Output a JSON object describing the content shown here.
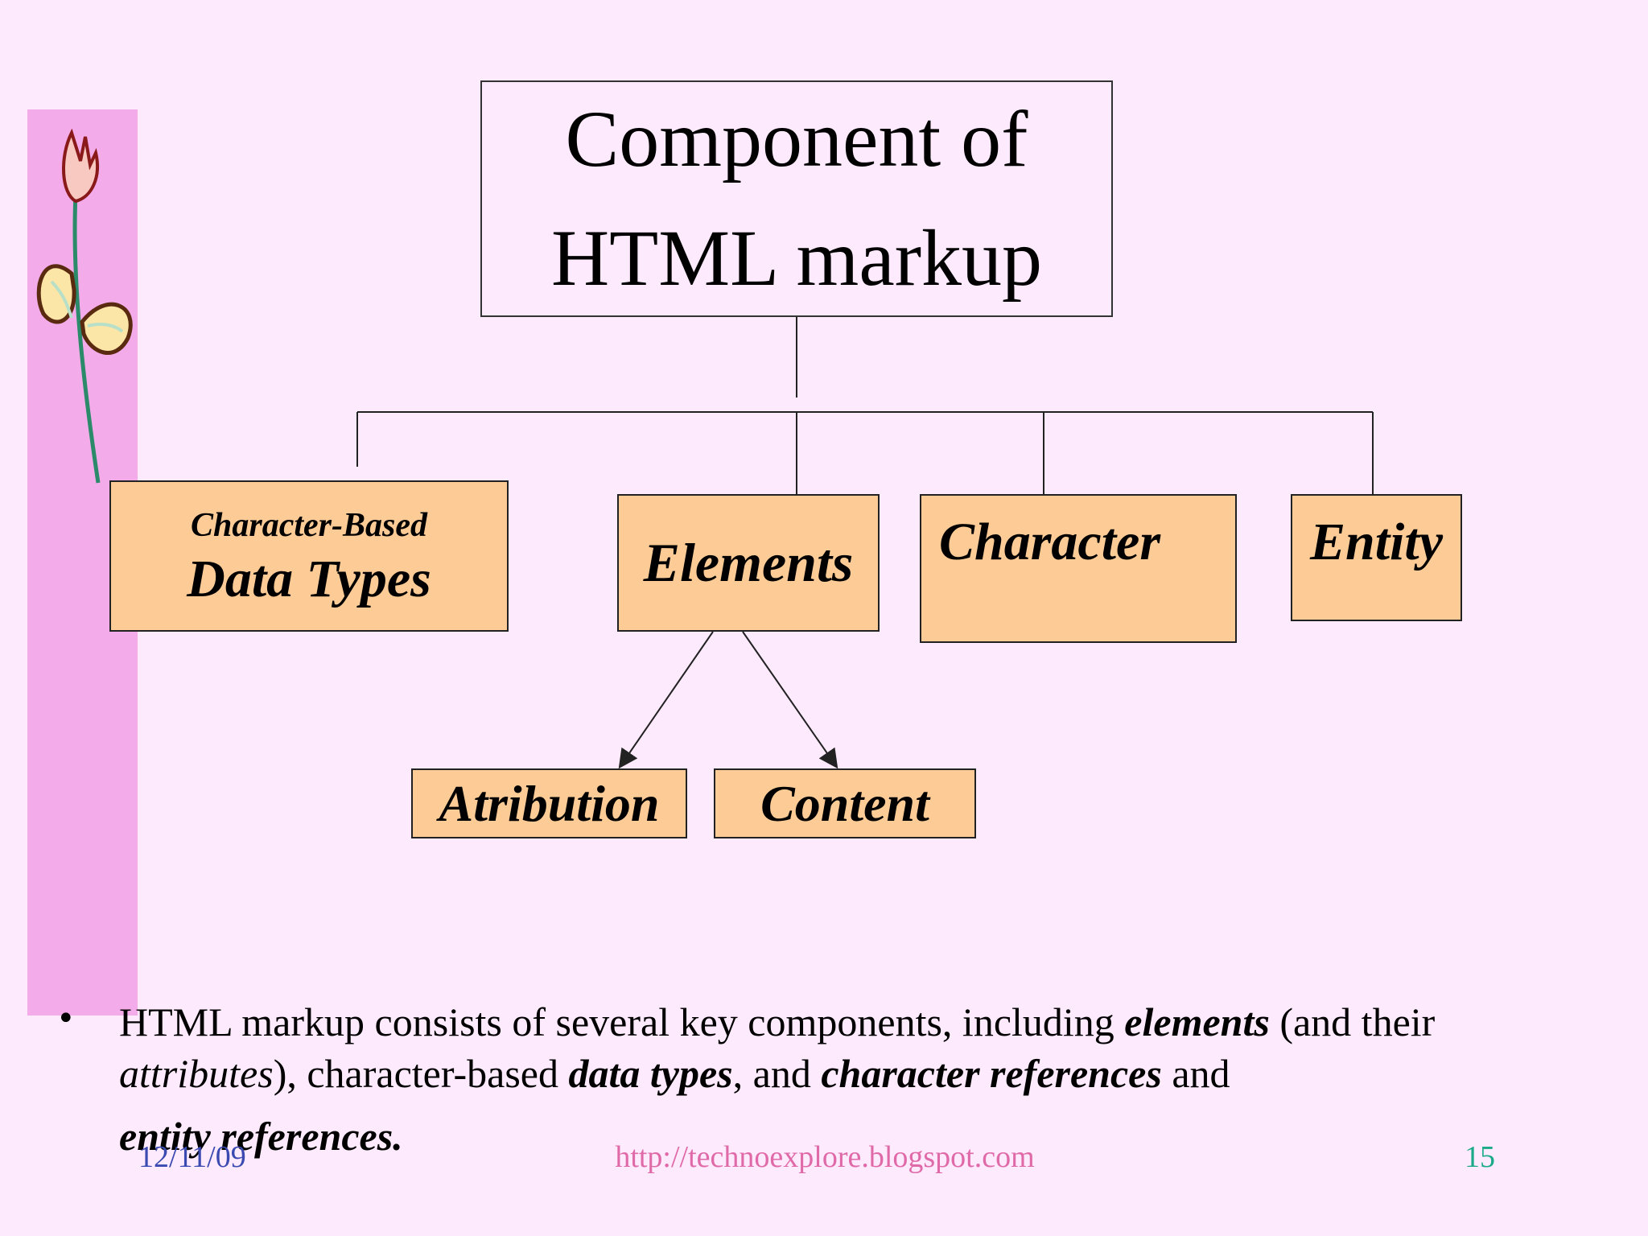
{
  "diagram": {
    "title_line1": "Component of",
    "title_line2": "HTML markup",
    "nodes": {
      "datatypes_small": "Character-Based",
      "datatypes_big": "Data Types",
      "elements": "Elements",
      "character": "Character",
      "entity": "Entity",
      "atribution": "Atribution",
      "content": "Content"
    }
  },
  "bullet": {
    "t1": "HTML markup consists of several key components, including ",
    "elements": "elements",
    "t2": " (and their ",
    "attributes": "attributes",
    "t3": "), character-based ",
    "data_types": "data types",
    "t4": ", and ",
    "char_refs": "character references",
    "t5": " and",
    "entity_refs": "entity references",
    "t6": "."
  },
  "footer": {
    "date": "12/11/09",
    "url": "http://technoexplore.blogspot.com",
    "page": "15"
  },
  "colors": {
    "background": "#fdeafd",
    "side_bar": "#f3ace9",
    "box_fill": "#fdcb96"
  }
}
